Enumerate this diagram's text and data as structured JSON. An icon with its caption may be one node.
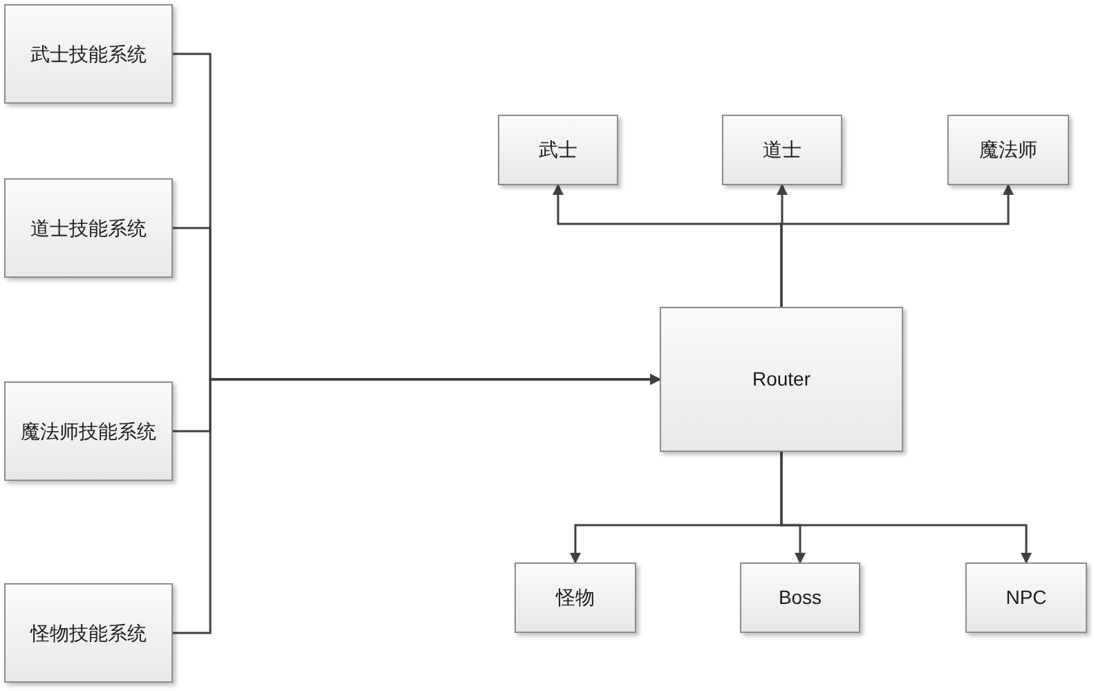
{
  "diagram": {
    "nodes": [
      {
        "text": [
          "武士技能系统"
        ]
      },
      {
        "text": [
          "道士技能系统"
        ]
      },
      {
        "text": [
          "魔法师技能系统"
        ]
      },
      {
        "text": [
          "怪物技能系统"
        ]
      },
      {
        "text": [
          "Router"
        ]
      },
      {
        "text": [
          "武士"
        ]
      },
      {
        "text": [
          "道士"
        ]
      },
      {
        "text": [
          "魔法师"
        ]
      },
      {
        "text": [
          "怪物"
        ]
      },
      {
        "text": [
          "Boss"
        ]
      },
      {
        "text": [
          "NPC"
        ]
      }
    ],
    "edges": [
      {
        "from": 0,
        "to": 4,
        "arrow": "to"
      },
      {
        "from": 1,
        "to": 4,
        "arrow": "to"
      },
      {
        "from": 2,
        "to": 4,
        "arrow": "to"
      },
      {
        "from": 3,
        "to": 4,
        "arrow": "to"
      },
      {
        "from": 4,
        "to": 5,
        "arrow": "to"
      },
      {
        "from": 4,
        "to": 6,
        "arrow": "to"
      },
      {
        "from": 4,
        "to": 7,
        "arrow": "to"
      },
      {
        "from": 4,
        "to": 8,
        "arrow": "to"
      },
      {
        "from": 4,
        "to": 9,
        "arrow": "to"
      },
      {
        "from": 4,
        "to": 10,
        "arrow": "to"
      }
    ]
  }
}
